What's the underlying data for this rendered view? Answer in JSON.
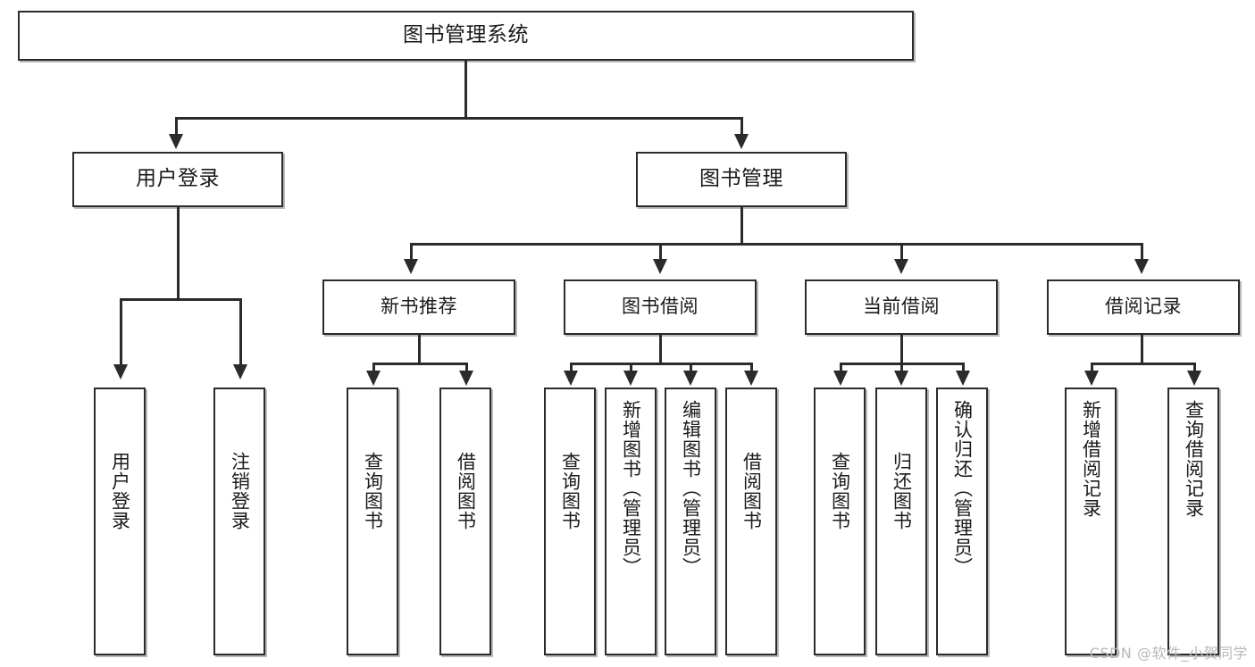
{
  "diagram": {
    "type": "tree-hierarchy",
    "title": "图书管理系统",
    "root": {
      "id": "root",
      "label": "图书管理系统"
    },
    "level1": [
      {
        "id": "user-login",
        "label": "用户登录"
      },
      {
        "id": "book-manage",
        "label": "图书管理"
      }
    ],
    "level2": [
      {
        "id": "new-book-rec",
        "label": "新书推荐",
        "parent": "book-manage"
      },
      {
        "id": "book-borrow",
        "label": "图书借阅",
        "parent": "book-manage"
      },
      {
        "id": "current-borrow",
        "label": "当前借阅",
        "parent": "book-manage"
      },
      {
        "id": "borrow-record",
        "label": "借阅记录",
        "parent": "book-manage"
      }
    ],
    "leaves": {
      "user-login": [
        {
          "id": "leaf-user-login",
          "label": "用户登录"
        },
        {
          "id": "leaf-logout",
          "label": "注销登录"
        }
      ],
      "new-book-rec": [
        {
          "id": "leaf-query-book-1",
          "label": "查询图书"
        },
        {
          "id": "leaf-borrow-book-1",
          "label": "借阅图书"
        }
      ],
      "book-borrow": [
        {
          "id": "leaf-query-book-2",
          "label": "查询图书"
        },
        {
          "id": "leaf-add-book",
          "label": "新增图书（管理员）"
        },
        {
          "id": "leaf-edit-book",
          "label": "编辑图书（管理员）"
        },
        {
          "id": "leaf-borrow-book-2",
          "label": "借阅图书"
        }
      ],
      "current-borrow": [
        {
          "id": "leaf-query-book-3",
          "label": "查询图书"
        },
        {
          "id": "leaf-return-book",
          "label": "归还图书"
        },
        {
          "id": "leaf-confirm-return",
          "label": "确认归还（管理员）"
        }
      ],
      "borrow-record": [
        {
          "id": "leaf-add-record",
          "label": "新增借阅记录"
        },
        {
          "id": "leaf-query-record",
          "label": "查询借阅记录"
        }
      ]
    }
  },
  "watermark": {
    "text": "CSDN @软件_小贺同学"
  },
  "colors": {
    "stroke": "#2b2b2b",
    "text": "#1a1a1a",
    "background": "#ffffff",
    "watermark": "#b9b9b9"
  }
}
